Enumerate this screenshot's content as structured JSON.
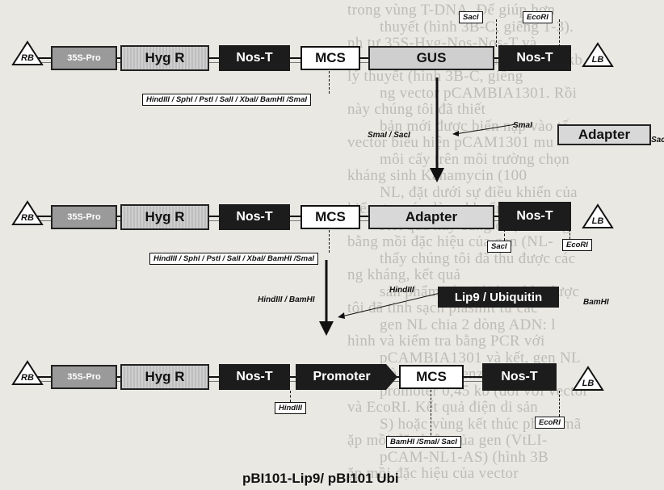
{
  "background_text": [
    "trong vùng T-DNA. Để giúp hơn",
    "thuyết (hình 3B-C, giếng 1-3).",
    "nh tự 35S-Hyg-Nos-Nos-T và",
    "bằng ADN có kích thước 2,0 kb",
    "lý thuyết (hình 3B-C, giếng",
    "ng vector pCAMBIA1301. Rồi",
    "này chúng tôi đã thiết",
    "bản mới được biến nạp vào tế",
    "vector biểu hiện pCAM1301 mu",
    "môi cấy trên môi trường chọn",
    "kháng sinh Kanamycin (100",
    "NL, đặt dưới sự điều khiển của",
    "kiểm tra các dòng khuẩn lạc",
    "Kết quả này cũng được kháng",
    "bằng mồi đặc hiệu của gen (NL-",
    "thấy chúng tôi đã thu được các",
    "ng kháng, kết quả",
    "sản phẩm cắt giới hạn khi được",
    "tôi đã tinh sạch plasmit từ các",
    "gen NL chia 2 dòng ADN: l",
    "hình và kiểm tra bằng PCR với",
    "pCAMBIA1301 và kết, gen NL",
    "nhau và sử lý với enzyme cắt",
    "promoter 0,45 kb (đối với vector",
    "và EcoRI. Kết quả điện di sản",
    "S) hoặc vùng kết thúc phiên mã",
    "ặp mồi đặc hiệu của gen (VtLI-",
    "pCAM-NL1-AS) (hình 3B",
    "ặp mồi đặc hiệu của vector"
  ],
  "elements": {
    "rb": "RB",
    "lb": "LB",
    "pro35s": "35S-Pro",
    "hygr": "Hyg R",
    "nost": "Nos-T",
    "mcs": "MCS",
    "gus": "GUS",
    "adapter": "Adapter",
    "promoter": "Promoter",
    "insert": "Lip9 / Ubiquitin"
  },
  "sites": {
    "saci": "SacI",
    "ecori": "EcoRI",
    "hindiii": "HindIII",
    "bamhi": "BamHI",
    "smai": "SmaI",
    "smai_saci": "SmaI / SacI",
    "saci_short": "Sac",
    "mcs_sites_1": "HindIII / SphI / PstI / SalI / XbaI/ BamHI /SmaI",
    "mcs_sites_2": "HindIII / SphI / PstI / SalI / XbaI/ BamHI /SmaI",
    "hindiii_bamhi": "HindIII / BamHI",
    "final_sites": "BamHI /SmaI/ SacI"
  },
  "caption": "pBI101-Lip9/ pBI101 Ubi",
  "colors": {
    "dark_box": "#1c1c1c",
    "gray_box": "#cfcfcf",
    "promoter_box": "#9a9a9a",
    "paper": "#e9e8e3"
  }
}
